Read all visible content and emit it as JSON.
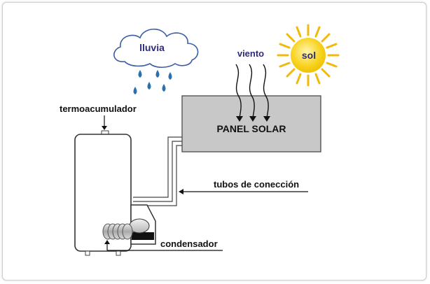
{
  "labels": {
    "rain": "lluvia",
    "wind": "viento",
    "sun": "sol",
    "panel": "PANEL SOLAR",
    "tank": "termoacumulador",
    "pipes": "tubos de conección",
    "condenser": "condensador"
  },
  "icons": [
    "cloud-icon",
    "sun-icon",
    "rain-drop-icon",
    "wind-arrow-icon"
  ],
  "colors": {
    "cloud_text": "#2d2a7a",
    "sun": "#f7d21c",
    "sun_rays": "#f2b90d",
    "rain": "#2a6fb0",
    "panel_fill": "#c8c8c8",
    "outline": "#1a1a1a"
  }
}
